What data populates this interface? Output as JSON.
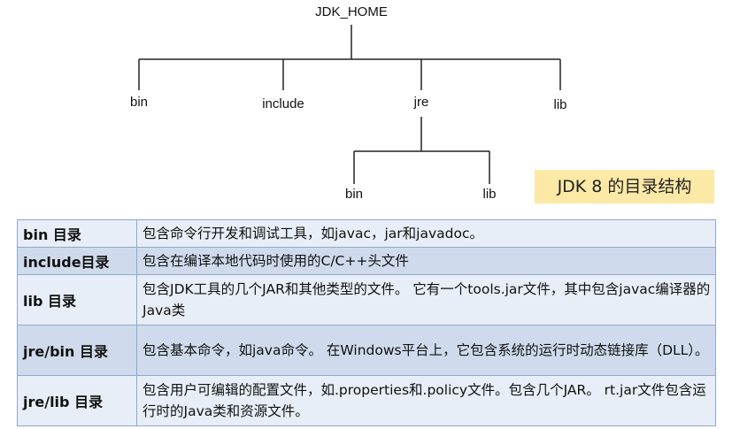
{
  "tree": {
    "root": "JDK_HOME",
    "children": [
      "bin",
      "include",
      "jre",
      "lib"
    ],
    "jre_children": [
      "bin",
      "lib"
    ]
  },
  "caption": "JDK 8 的目录结构",
  "table": {
    "rows": [
      {
        "name": "bin 目录",
        "desc": "包含命令行开发和调试工具，如javac，jar和javadoc。"
      },
      {
        "name": "include目录",
        "desc": "包含在编译本地代码时使用的C/C++头文件"
      },
      {
        "name": "lib 目录",
        "desc": "包含JDK工具的几个JAR和其他类型的文件。 它有一个tools.jar文件，其中包含javac编译器的Java类"
      },
      {
        "name": "jre/bin 目录",
        "desc": "包含基本命令，如java命令。 在Windows平台上，它包含系统的运行时动态链接库（DLL）。"
      },
      {
        "name": "jre/lib 目录",
        "desc": "包含用户可编辑的配置文件，如.properties和.policy文件。包含几个JAR。 rt.jar文件包含运行时的Java类和资源文件。"
      }
    ]
  },
  "colors": {
    "caption_bg": "#fde9a6",
    "row_light": "#e8eef7",
    "row_dark": "#cfdbec",
    "border": "#8fa8cc"
  }
}
